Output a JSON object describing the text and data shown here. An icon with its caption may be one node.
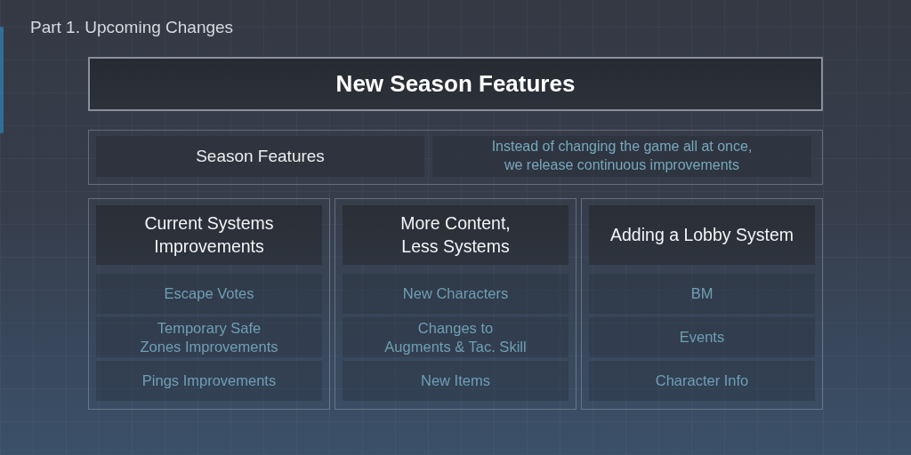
{
  "diagram": {
    "title": "Part 1. Upcoming Changes",
    "nodes": [
      {
        "text": [
          "New Season Features"
        ]
      },
      {
        "text": [],
        "shape": "box"
      },
      {
        "text": [
          "Season Features"
        ],
        "in": 1
      },
      {
        "text": [
          "Instead of changing the game all at once, we release continuous improvements"
        ],
        "in": 1
      },
      {
        "text": [],
        "shape": "box"
      },
      {
        "text": [
          "Current Systems Improvements"
        ],
        "in": 4
      },
      {
        "text": [
          "Escape Votes"
        ],
        "in": 4
      },
      {
        "text": [
          "Temporary Safe Zones Improvements"
        ],
        "in": 4
      },
      {
        "text": [
          "Pings Improvements"
        ],
        "in": 4
      },
      {
        "text": [],
        "shape": "box"
      },
      {
        "text": [
          "More Content, Less Systems"
        ],
        "in": 9
      },
      {
        "text": [
          "New Characters"
        ],
        "in": 9
      },
      {
        "text": [
          "Changes to Augments & Tac. Skill"
        ],
        "in": 9
      },
      {
        "text": [
          "New Items"
        ],
        "in": 9
      },
      {
        "text": [],
        "shape": "box"
      },
      {
        "text": [
          "Adding a Lobby System"
        ],
        "in": 14
      },
      {
        "text": [
          "BM"
        ],
        "in": 14
      },
      {
        "text": [
          "Events"
        ],
        "in": 14
      },
      {
        "text": [
          "Character Info"
        ],
        "in": 14
      }
    ]
  }
}
